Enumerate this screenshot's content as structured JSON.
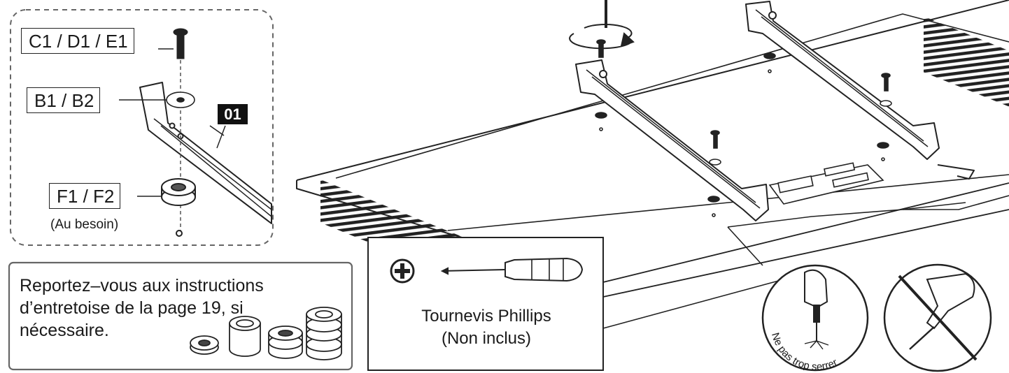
{
  "labels": {
    "screw": "C1 / D1 / E1",
    "washer": "B1 / B2",
    "spacer": "F1 / F2"
  },
  "step": "01",
  "notes": {
    "as_needed": "(Au besoin)",
    "spacer_instructions": "Reportez–vous aux instructions d’entretoise de la page 19, si nécessaire."
  },
  "tool": {
    "name": "Tournevis Phillips",
    "note": "(Non inclus)"
  },
  "warning": {
    "text": "Ne pas trop serrer"
  }
}
